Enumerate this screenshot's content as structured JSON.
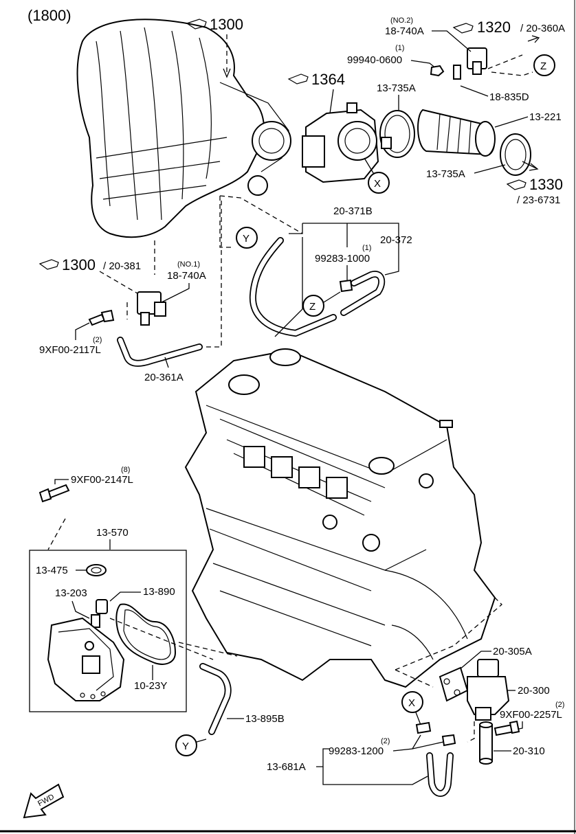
{
  "diagram": {
    "section": "(1800)",
    "fwd_label": "FWD",
    "callouts": [
      {
        "id": "c1300a",
        "text": "1300"
      },
      {
        "id": "c1364",
        "text": "1364"
      },
      {
        "id": "c1320",
        "text": "1320",
        "suffix": "/ 20-360A"
      },
      {
        "id": "c1330",
        "text": "1330",
        "suffix": "/ 23-6731"
      },
      {
        "id": "c1300b",
        "text": "1300",
        "suffix": "/ 20-381"
      }
    ],
    "circle_refs": {
      "z_top": "Z",
      "x_top": "X",
      "y_top": "Y",
      "z_mid": "Z",
      "x_bot": "X",
      "y_bot": "Y"
    },
    "labels": {
      "no2": "(NO.2)",
      "p18_740a_top": "18-740A",
      "q1_top": "(1)",
      "p99940_0600": "99940-0600",
      "p13_735a_top": "13-735A",
      "p18_835d": "18-835D",
      "p13_221": "13-221",
      "p13_735a_bot": "13-735A",
      "p20_371b": "20-371B",
      "p20_372": "20-372",
      "q1_mid": "(1)",
      "p99283_1000": "99283-1000",
      "no1": "(NO.1)",
      "p18_740a_mid": "18-740A",
      "q2_a": "(2)",
      "p9xf00_2117l": "9XF00-2117L",
      "p20_361a": "20-361A",
      "q8": "(8)",
      "p9xf00_2147l": "9XF00-2147L",
      "p13_570": "13-570",
      "p13_475": "13-475",
      "p13_203": "13-203",
      "p13_890": "13-890",
      "p10_23y": "10-23Y",
      "p13_895b": "13-895B",
      "p20_305a": "20-305A",
      "p20_300": "20-300",
      "q2_b": "(2)",
      "p9xf00_2257l": "9XF00-2257L",
      "p20_310": "20-310",
      "q2_c": "(2)",
      "p99283_1200": "99283-1200",
      "p13_681a": "13-681A"
    }
  }
}
